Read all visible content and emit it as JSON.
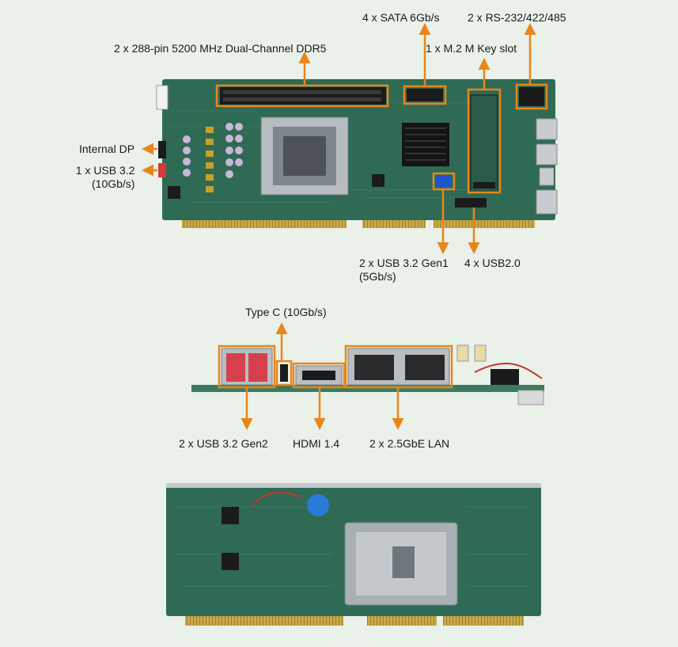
{
  "labels": {
    "sata": "4 x SATA 6Gb/s",
    "rs232": "2 x RS-232/422/485",
    "ddr5": "2 x 288-pin 5200 MHz Dual-Channel DDR5",
    "m2": "1 x M.2 M Key slot",
    "internal_dp": "Internal DP",
    "usb32_line1": "1 x USB 3.2",
    "usb32_line2": "(10Gb/s)",
    "usb32gen1_line1": "2 x USB 3.2 Gen1",
    "usb32gen1_line2": "(5Gb/s)",
    "usb20": "4 x USB2.0",
    "typec": "Type C (10Gb/s)",
    "usb32gen2": "2 x USB 3.2 Gen2",
    "hdmi": "HDMI 1.4",
    "lan": "2 x 2.5GbE LAN"
  },
  "colors": {
    "background": "#e9f1e9",
    "callout": "#e8861a",
    "pcb": "#2f6a55",
    "gold_finger": "#c9a94a"
  }
}
